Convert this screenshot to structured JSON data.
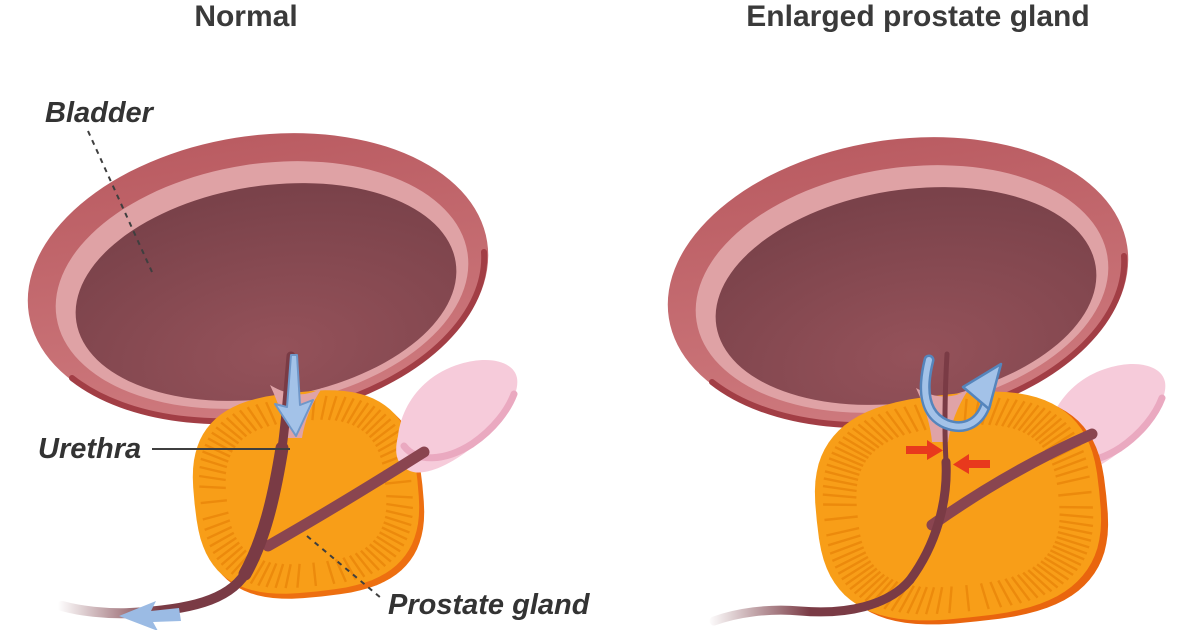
{
  "diagram": {
    "type": "medical-illustration",
    "subject": "Normal vs enlarged prostate gland (benign prostatic hyperplasia) comparison",
    "panels": [
      {
        "id": "normal",
        "title": "Normal",
        "labels": {
          "bladder": "Bladder",
          "urethra": "Urethra",
          "prostate": "Prostate gland"
        },
        "arrow_icons": [
          "urine-flow-down-arrow",
          "urine-exit-arrow"
        ]
      },
      {
        "id": "enlarged",
        "title": "Enlarged prostate gland",
        "labels": {},
        "arrow_icons": [
          "urine-backflow-arrow",
          "compression-arrow-left",
          "compression-arrow-right"
        ]
      }
    ],
    "colors": {
      "bladder_wall_dark": "#ba5c62",
      "bladder_wall_light": "#ce7a7e",
      "bladder_rim": "#dfa2a5",
      "bladder_interior_edge": "#7a424a",
      "bladder_interior_center": "#95525a",
      "bladder_edge_line": "#a23e45",
      "prostate_fill": "#f89e18",
      "prostate_stripe": "#ec8a0c",
      "prostate_shadow": "#ed6f10",
      "prostate_shadow_enlarged": "#e9650e",
      "bladder_neck": "#dfa3a7",
      "urethra": "#7a3b45",
      "ejaculatory_duct": "#8a4550",
      "seminal_vesicle": "#f6cbda",
      "seminal_vesicle_shade": "#eaa9c0",
      "flow_arrow_fill": "#a3c2e8",
      "flow_arrow_edge": "#5585bc",
      "compression_arrow": "#e8391d",
      "label_text": "#333333"
    }
  }
}
